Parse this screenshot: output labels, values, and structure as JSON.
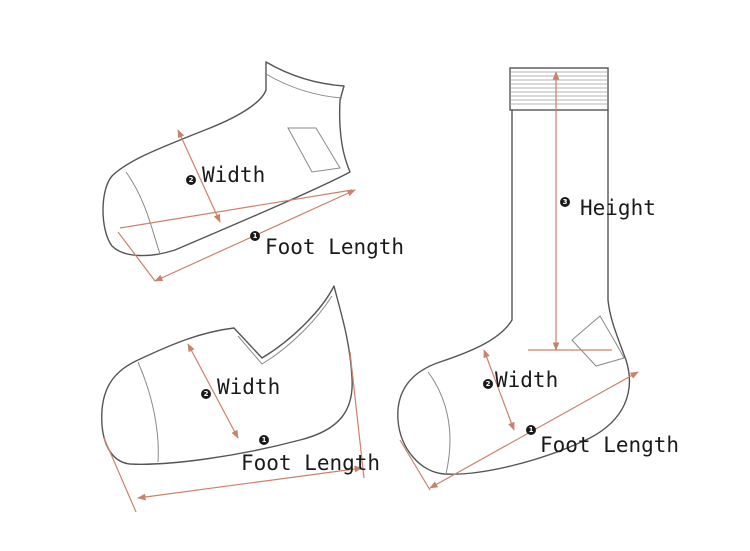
{
  "diagram": {
    "colors": {
      "outline": "#555555",
      "measure": "#c9826c",
      "text": "#1a1a1a"
    },
    "sock_low_cut": {
      "width_badge": "2",
      "width_label": "Width",
      "foot_badge": "1",
      "foot_label": "Foot Length"
    },
    "sock_no_show": {
      "width_badge": "2",
      "width_label": "Width",
      "foot_badge": "1",
      "foot_label": "Foot Length"
    },
    "sock_crew": {
      "height_badge": "3",
      "height_label": "Height",
      "width_badge": "2",
      "width_label": "Width",
      "foot_badge": "1",
      "foot_label": "Foot Length"
    }
  }
}
